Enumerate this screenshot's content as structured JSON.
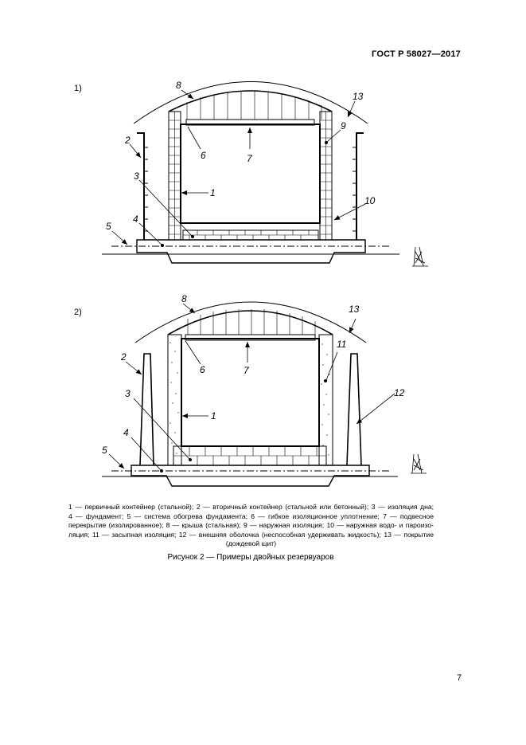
{
  "header": {
    "standard": "ГОСТ Р 58027—2017"
  },
  "figures": [
    {
      "number": "1)"
    },
    {
      "number": "2)"
    }
  ],
  "labels": {
    "l1": "1",
    "l2": "2",
    "l3": "3",
    "l4": "4",
    "l5": "5",
    "l6": "6",
    "l7": "7",
    "l8": "8",
    "l9": "9",
    "l10": "10",
    "l11": "11",
    "l12": "12",
    "l13": "13"
  },
  "legend": {
    "line1": "1 — первичный контейнер (стальной); 2 — вторичный контейнер (стальной или бетонный); 3 — изоляция дна;",
    "line2": "4 — фундамент; 5 — система обогрева фундамента; 6 — гибкое изоляционное уплотнение; 7 — подвесное",
    "line3": "перекрытие (изолированное); 8 — крыша (стальная); 9 — наружная изоляция; 10 — наружная водо- и пароизо-",
    "line4": "ляция; 11 — засыпная изоляция; 12 — внешняя оболочка (неспособная удерживать жидкость); 13 — покрытие",
    "line5": "(дождевой щит)"
  },
  "caption": "Рисунок 2 — Примеры двойных резервуаров",
  "page_number": "7"
}
